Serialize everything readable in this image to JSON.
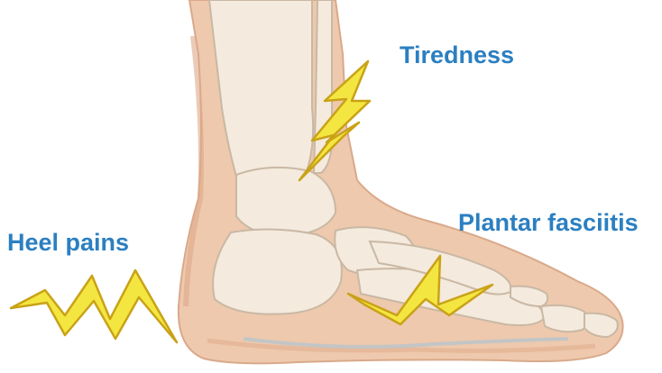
{
  "labels": {
    "tiredness": "Tiredness",
    "plantar_fasciitis": "Plantar fasciitis",
    "heel_pains": "Heel pains"
  },
  "colors": {
    "label_text": "#2b7fc1",
    "skin": "#eec9ad",
    "skin_shadow": "#dea988",
    "bone": "#f4eadd",
    "bone_outline": "#c9b8a4",
    "lightning_fill": "#f4e640",
    "lightning_outline": "#c9a218"
  },
  "icons": [
    "lightning-bolt-icon"
  ]
}
